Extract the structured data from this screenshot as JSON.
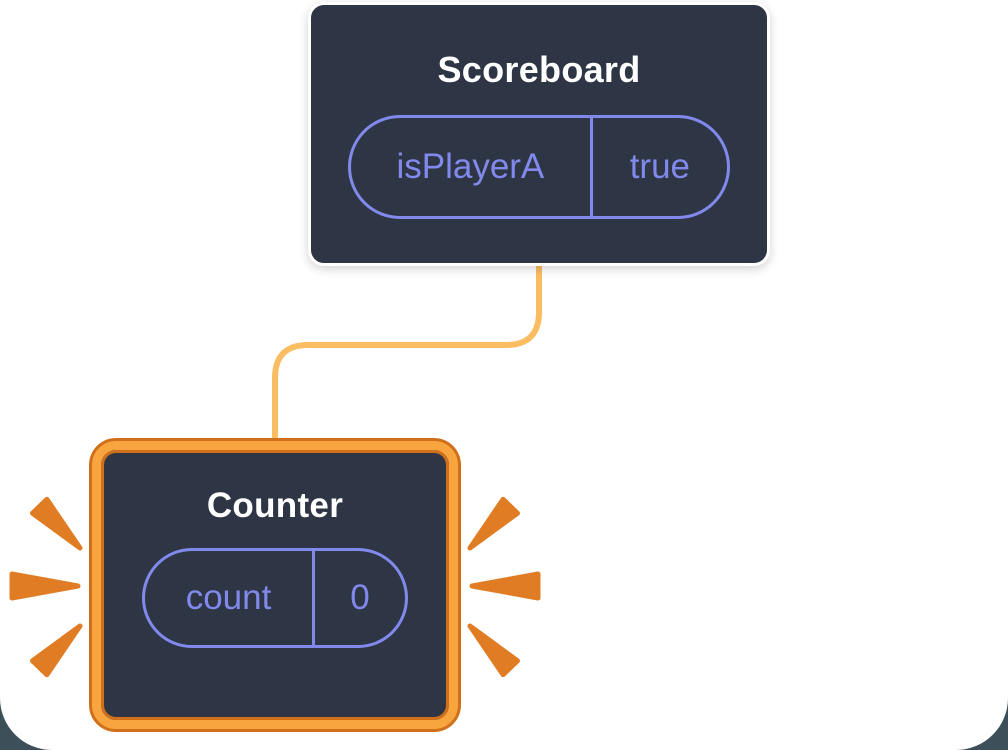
{
  "diagram": {
    "scoreboard": {
      "title": "Scoreboard",
      "state": {
        "name": "isPlayerA",
        "value": "true"
      }
    },
    "counter": {
      "title": "Counter",
      "state": {
        "name": "count",
        "value": "0"
      }
    }
  },
  "colors": {
    "outer_bg": "#3d4f59",
    "canvas_bg": "#ffffff",
    "card_bg": "#2e3645",
    "card_border": "#ffffff",
    "title_text": "#ffffff",
    "state_purple": "#8289ec",
    "connector_amber": "#fabd62",
    "highlight_amber": "#f8a43f",
    "highlight_dark": "#d0701a",
    "spark_orange": "#e07c24"
  }
}
